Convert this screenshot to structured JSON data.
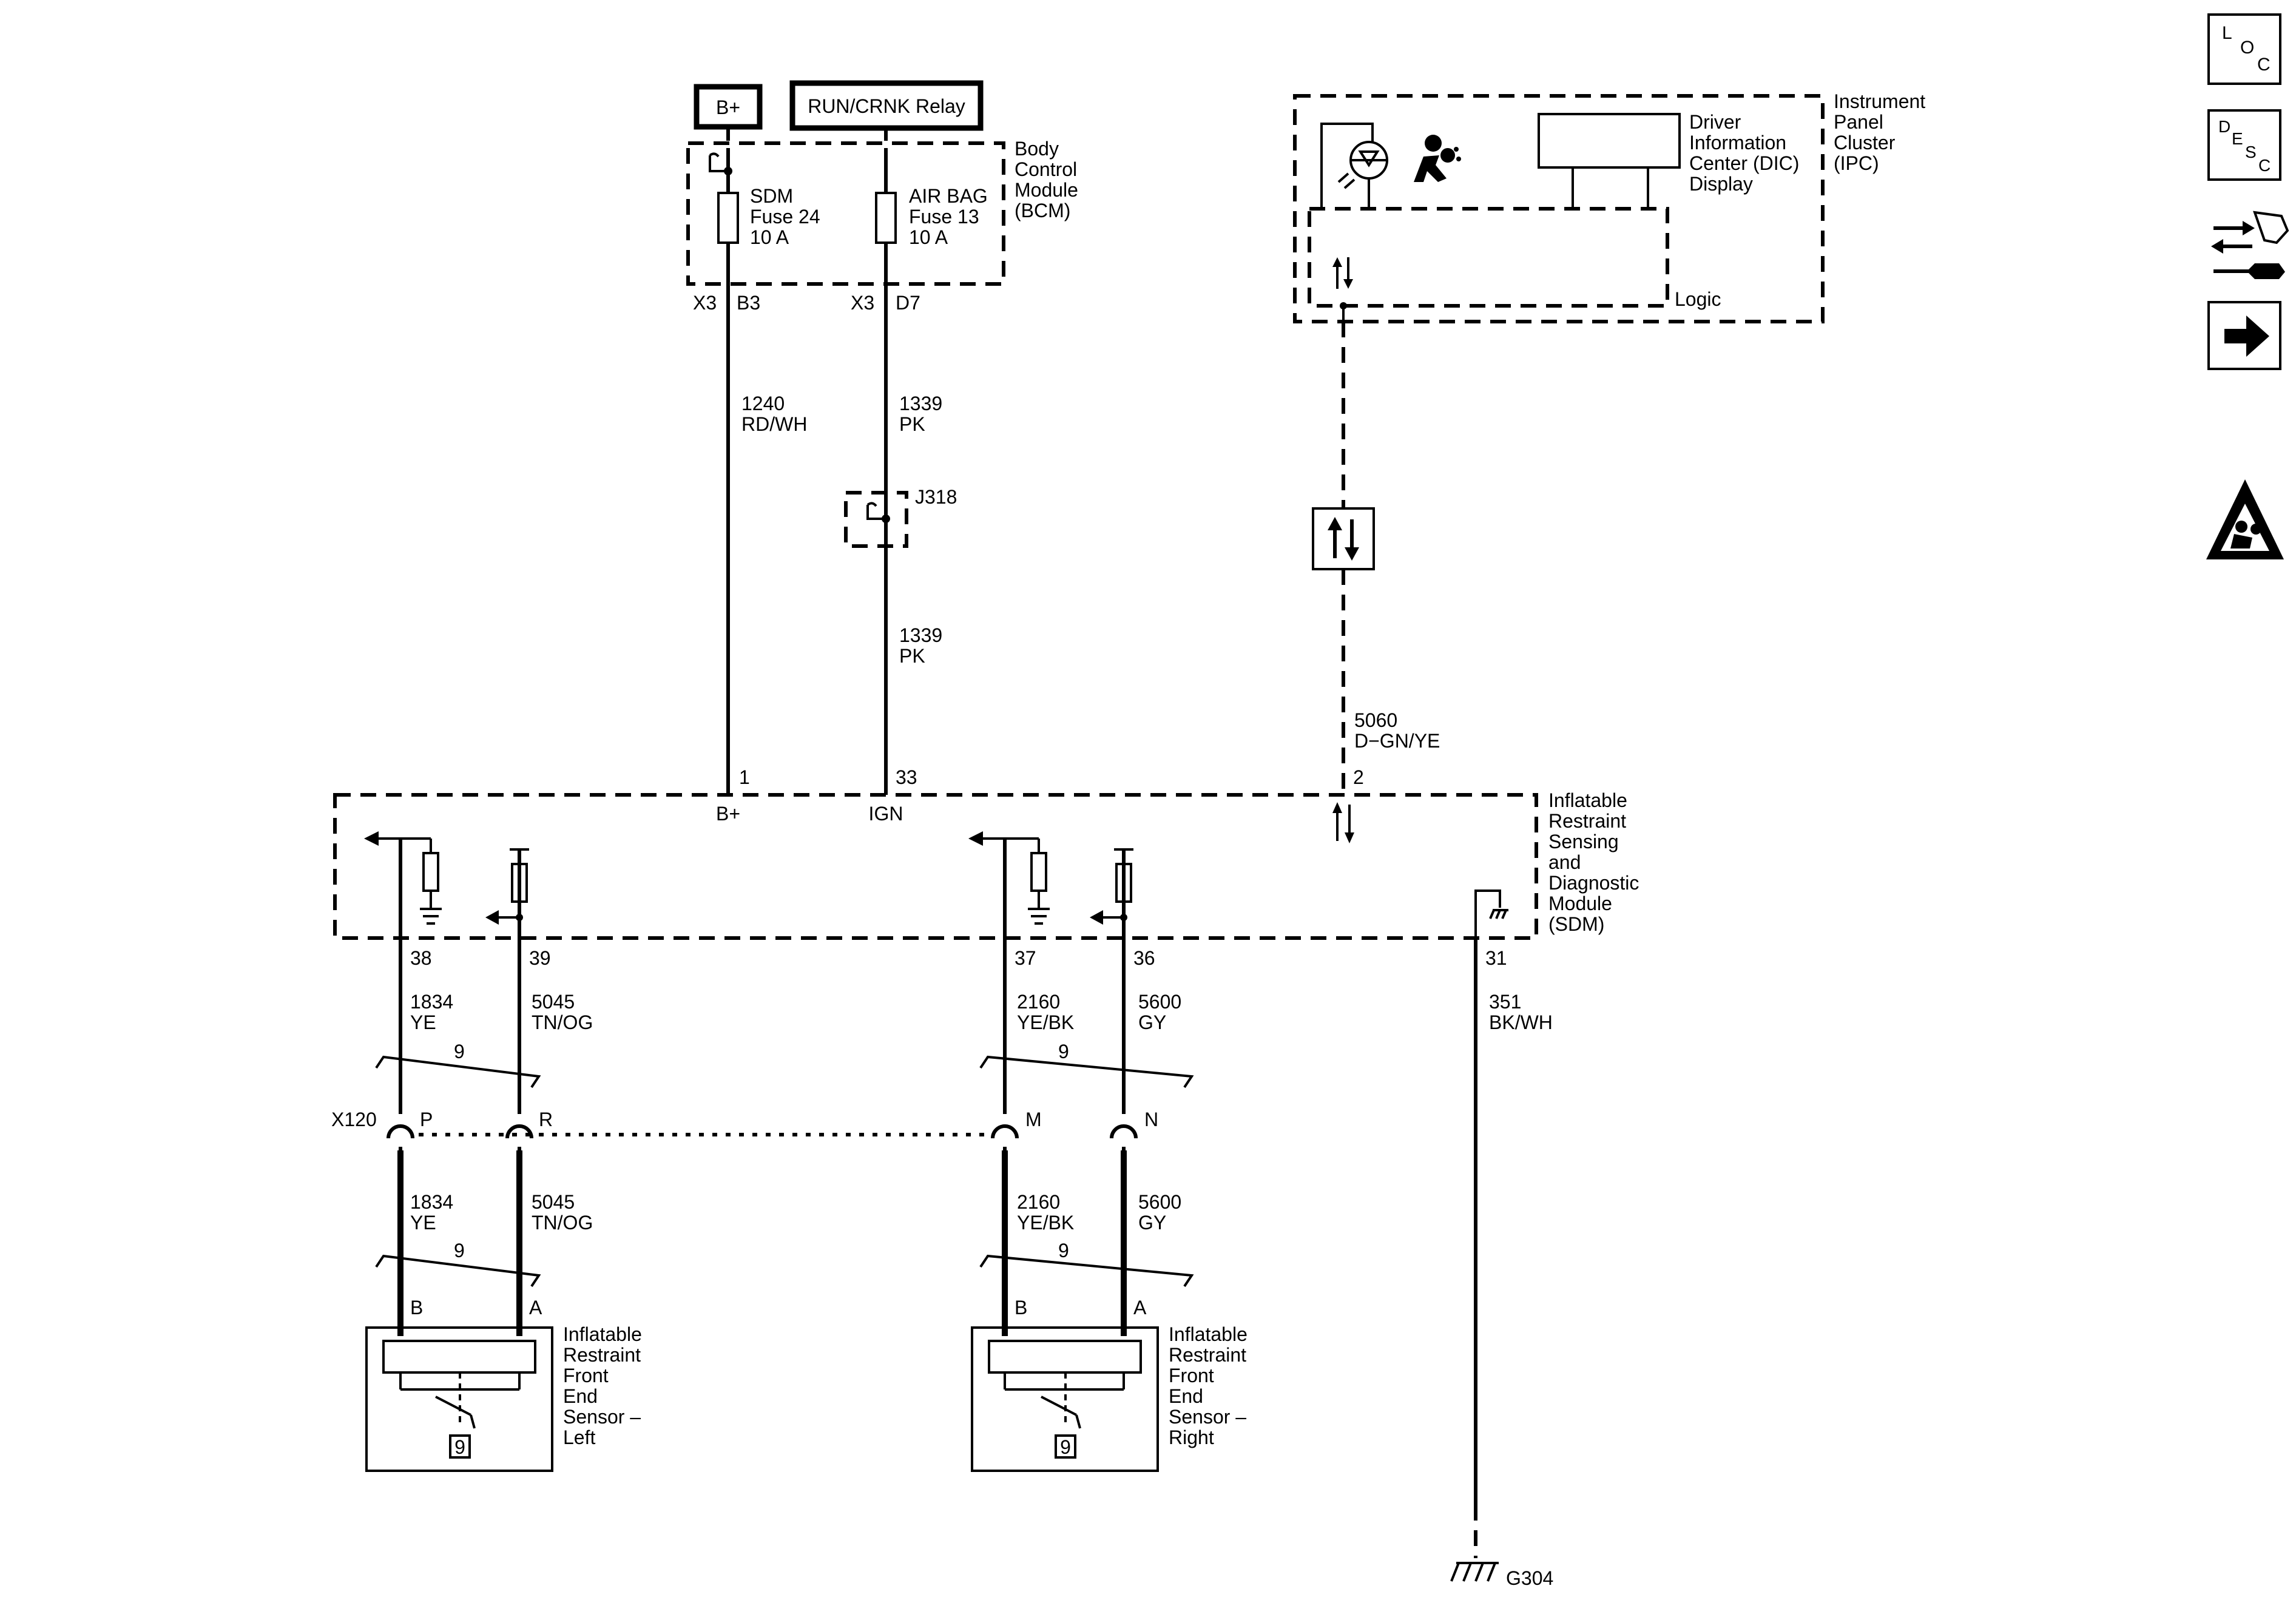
{
  "power": {
    "bplus_label": "B+",
    "relay_label": "RUN/CRNK Relay"
  },
  "bcm": {
    "name_lines": [
      "Body",
      "Control",
      "Module",
      "(BCM)"
    ],
    "fuse1_lines": [
      "SDM",
      "Fuse 24",
      "10 A"
    ],
    "fuse2_lines": [
      "AIR BAG",
      "Fuse 13",
      "10 A"
    ],
    "conn1": "X3",
    "pin1": "B3",
    "conn2": "X3",
    "pin2": "D7"
  },
  "wires": {
    "w1240": [
      "1240",
      "RD/WH"
    ],
    "w1339a": [
      "1339",
      "PK"
    ],
    "w1339b": [
      "1339",
      "PK"
    ],
    "w5060": [
      "5060",
      "D−GN/YE"
    ],
    "w351": [
      "351",
      "BK/WH"
    ],
    "upper_left": [
      [
        "1834",
        "YE"
      ],
      [
        "5045",
        "TN/OG"
      ]
    ],
    "upper_right": [
      [
        "2160",
        "YE/BK"
      ],
      [
        "5600",
        "GY"
      ]
    ],
    "lower_left": [
      [
        "1834",
        "YE"
      ],
      [
        "5045",
        "TN/OG"
      ]
    ],
    "lower_right": [
      [
        "2160",
        "YE/BK"
      ],
      [
        "5600",
        "GY"
      ]
    ],
    "twist": "9"
  },
  "splice": {
    "label": "J318"
  },
  "ipc": {
    "name_lines": [
      "Instrument",
      "Panel",
      "Cluster",
      "(IPC)"
    ],
    "dic_lines": [
      "Driver",
      "Information",
      "Center (DIC)",
      "Display"
    ],
    "logic_label": "Logic"
  },
  "sdm": {
    "name_lines": [
      "Inflatable",
      "Restraint",
      "Sensing",
      "and",
      "Diagnostic",
      "Module",
      "(SDM)"
    ],
    "pin_1": "1",
    "pin_33": "33",
    "pin_2": "2",
    "bplus": "B+",
    "ign": "IGN",
    "pin_38": "38",
    "pin_39": "39",
    "pin_37": "37",
    "pin_36": "36",
    "pin_31": "31"
  },
  "connector": {
    "name": "X120",
    "pins": [
      "P",
      "R",
      "M",
      "N"
    ]
  },
  "sensor_left": {
    "name_lines": [
      "Inflatable",
      "Restraint",
      "Front",
      "End",
      "Sensor –",
      "Left"
    ],
    "pin_b": "B",
    "pin_a": "A",
    "badge": "9"
  },
  "sensor_right": {
    "name_lines": [
      "Inflatable",
      "Restraint",
      "Front",
      "End",
      "Sensor –",
      "Right"
    ],
    "pin_b": "B",
    "pin_a": "A",
    "badge": "9"
  },
  "ground": {
    "label": "G304"
  },
  "side_icons": {
    "loc": [
      "L",
      "O",
      "C"
    ],
    "desc": [
      "D",
      "E",
      "S",
      "C"
    ],
    "items": [
      "loc-icon",
      "desc-icon",
      "wiring-repair-icon",
      "next-arrow-icon",
      "airbag-warning-icon"
    ]
  }
}
